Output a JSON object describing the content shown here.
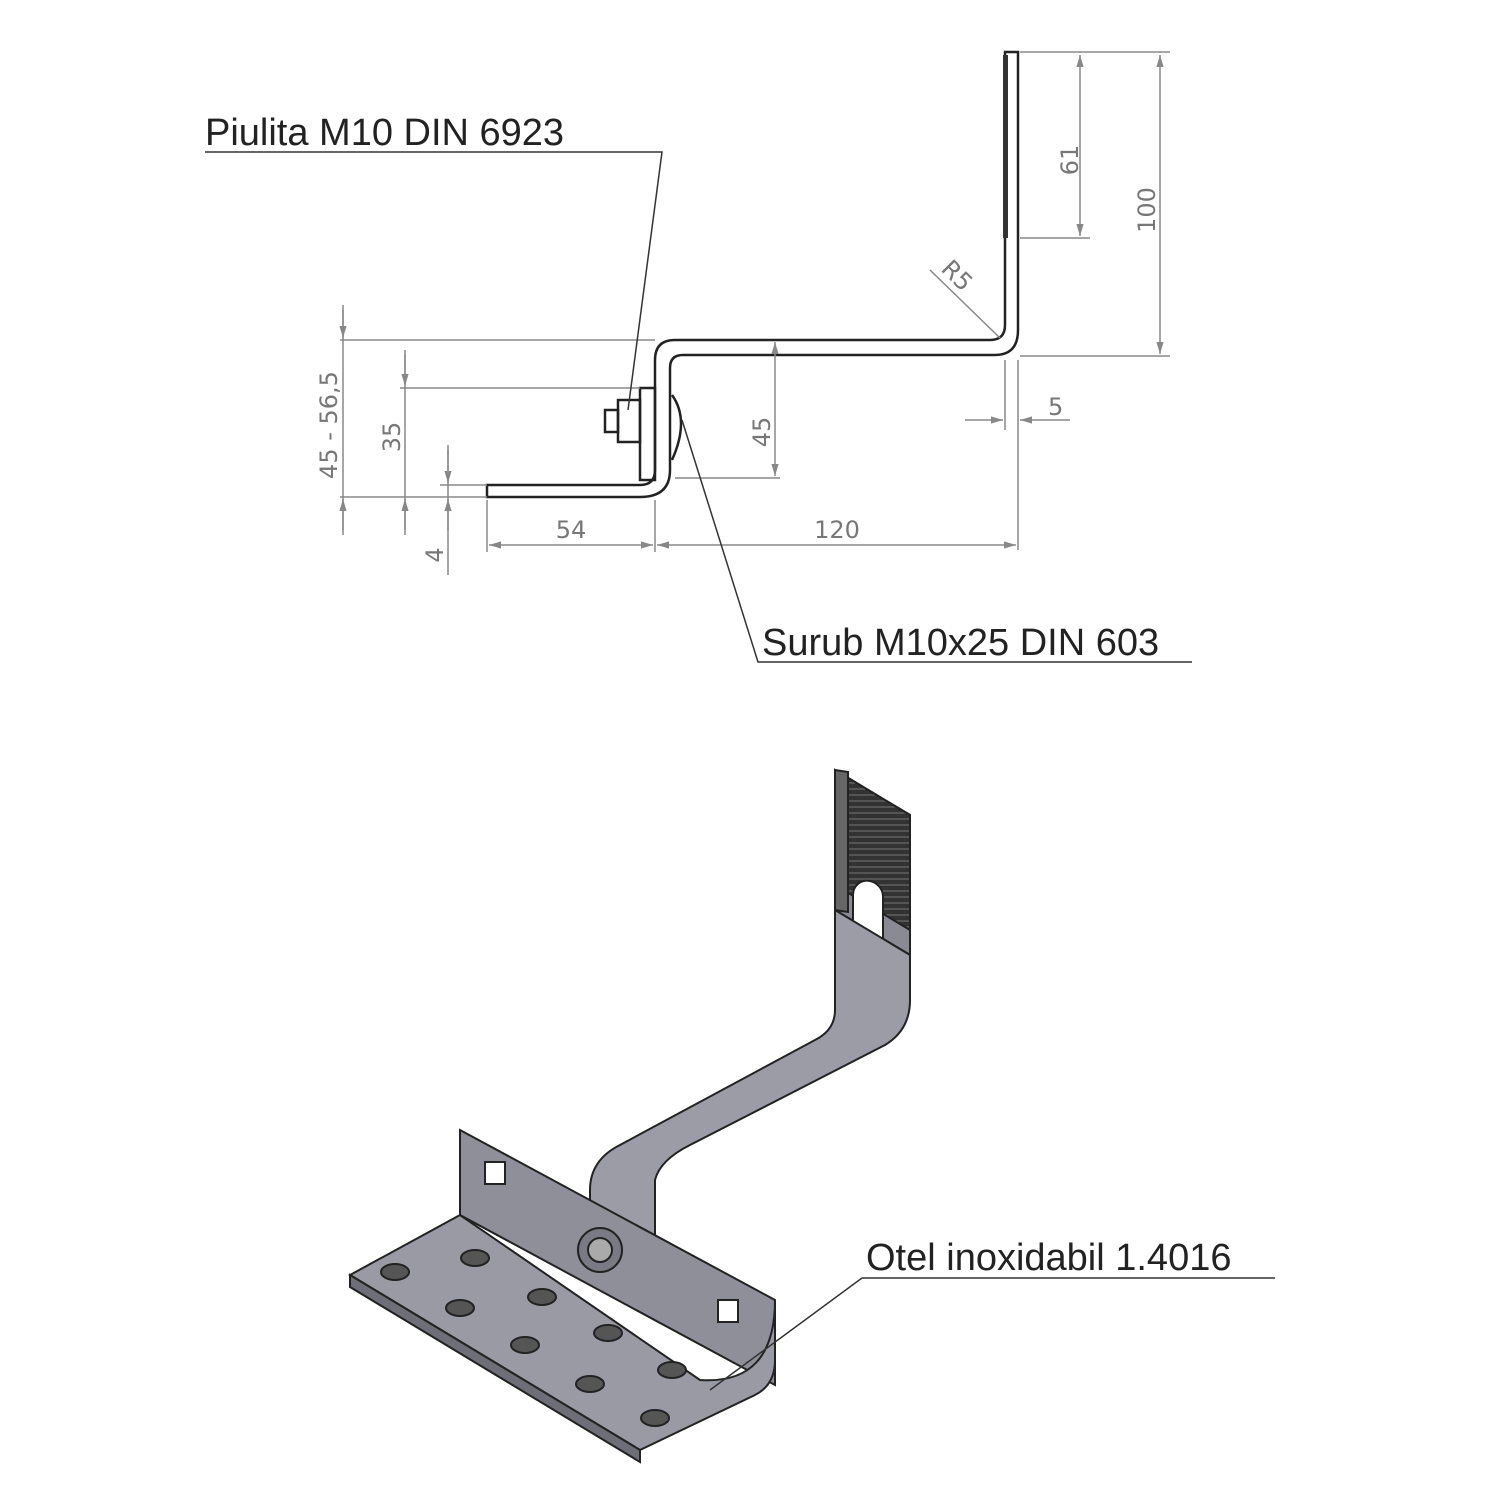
{
  "callouts": {
    "nut": "Piulita M10 DIN 6923",
    "screw": "Surub M10x25 DIN 603",
    "material": "Otel inoxidabil 1.4016"
  },
  "dimensions": {
    "hook_total_height": "100",
    "serrated_length": "61",
    "bend_radius": "R5",
    "thickness": "5",
    "offset_height": "45",
    "height_range": "45 - 56,5",
    "plate_height": "35",
    "base_thickness": "4",
    "base_length": "54",
    "arm_length": "120"
  },
  "colors": {
    "line": "#222222",
    "dimension": "#888888",
    "metal": "#8a8a94"
  }
}
